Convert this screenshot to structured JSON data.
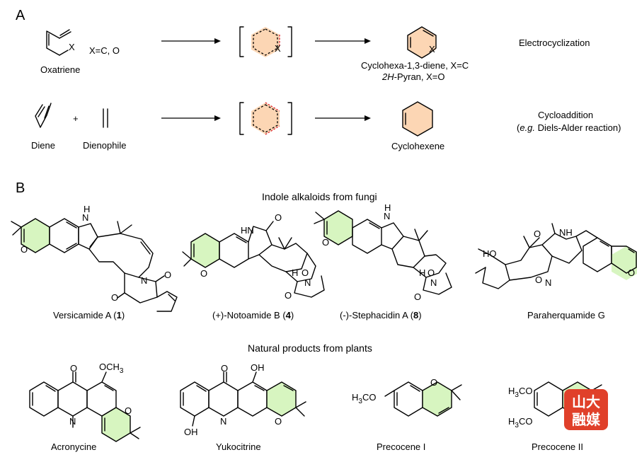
{
  "panels": {
    "a": "A",
    "b": "B"
  },
  "reactions": {
    "electrocyclization": {
      "reactant": "Oxatriene",
      "reactant_condition": "X=C, O",
      "ts_atom": "X",
      "product_line1": "Cyclohexa-1,3-diene, X=C",
      "product_line2_italic": "2H",
      "product_line2_rest": "-Pyran, X=O",
      "type": "Electrocyclization"
    },
    "cycloaddition": {
      "diene": "Diene",
      "plus": "+",
      "dienophile": "Dienophile",
      "product": "Cyclohexene",
      "type_line1": "Cycloaddition",
      "type_line2_open": "(",
      "type_line2_italic": "e.g.",
      "type_line2_rest": " Diels-Alder reaction)"
    }
  },
  "fungi": {
    "heading": "Indole alkaloids from fungi",
    "compounds": [
      {
        "name": "Versicamide A (",
        "number": "1",
        "close": ")"
      },
      {
        "name": "(+)-Notoamide B (",
        "number": "4",
        "close": ")"
      },
      {
        "name": "(-)-Stephacidin A (",
        "number": "8",
        "close": ")"
      },
      {
        "name": "Paraherquamide G",
        "number": "",
        "close": ""
      }
    ]
  },
  "plants": {
    "heading": "Natural products from plants",
    "compounds": [
      {
        "name": "Acronycine"
      },
      {
        "name": "Yukocitrine"
      },
      {
        "name": "Precocene I"
      },
      {
        "name": "Precocene II"
      }
    ]
  },
  "atoms": {
    "O": "O",
    "N": "N",
    "H": "H",
    "NH": "NH",
    "HN": "HN",
    "HO": "HO",
    "OH": "OH",
    "OCH3": "OCH",
    "sub3": "3",
    "H3CO_left": "H",
    "CO": "CO",
    "X": "X"
  },
  "watermark": {
    "line1": "山大",
    "line2": "融媒"
  },
  "colors": {
    "highlight_green": "#d7f5c0",
    "highlight_orange": "#fcd6b4",
    "red_dash": "#e0303a",
    "watermark_red": "#e0402a"
  }
}
